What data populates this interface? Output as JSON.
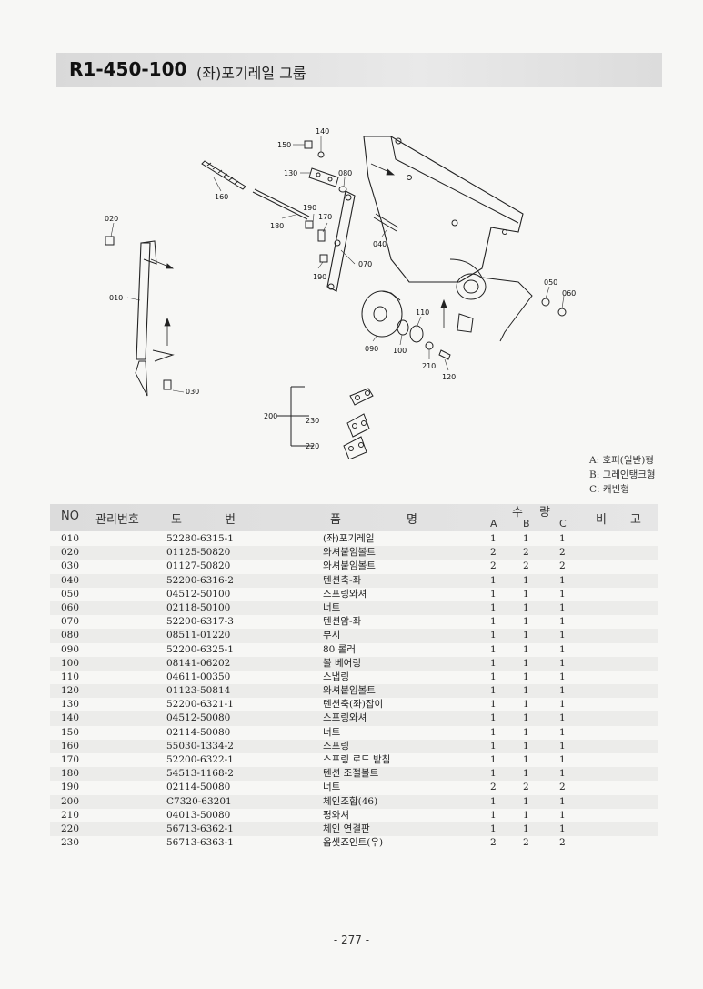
{
  "title": {
    "code": "R1-450-100",
    "name": "(좌)포기레일 그룹"
  },
  "diagram_labels": {
    "p140": "140",
    "p150": "150",
    "p130": "130",
    "p080": "080",
    "p160": "160",
    "p190a": "190",
    "p170": "170",
    "p180": "180",
    "p020": "020",
    "p040": "040",
    "p070": "070",
    "p190b": "190",
    "p010": "010",
    "p050": "050",
    "p060": "060",
    "p110": "110",
    "p090": "090",
    "p100": "100",
    "p210": "210",
    "p120": "120",
    "p030": "030",
    "p200": "200",
    "p230": "230",
    "p220": "220"
  },
  "legend": {
    "a": "A: 호퍼(일반)형",
    "b": "B: 그레인탱크형",
    "c": "C: 캐빈형"
  },
  "table": {
    "headers": {
      "no": "NO",
      "mgmt": "관리번호",
      "dwg1": "도",
      "dwg2": "번",
      "name1": "품",
      "name2": "명",
      "qty1": "수",
      "qty2": "량",
      "qa": "A",
      "qb": "B",
      "qc": "C",
      "rmk1": "비",
      "rmk2": "고"
    },
    "rows": [
      {
        "no": "010",
        "dwg": "52280-6315-1",
        "name": "(좌)포기레일",
        "a": "1",
        "b": "1",
        "c": "1"
      },
      {
        "no": "020",
        "dwg": "01125-50820",
        "name": "와셔붙임볼트",
        "a": "2",
        "b": "2",
        "c": "2"
      },
      {
        "no": "030",
        "dwg": "01127-50820",
        "name": "와셔붙임볼트",
        "a": "2",
        "b": "2",
        "c": "2"
      },
      {
        "no": "040",
        "dwg": "52200-6316-2",
        "name": "텐션축-좌",
        "a": "1",
        "b": "1",
        "c": "1"
      },
      {
        "no": "050",
        "dwg": "04512-50100",
        "name": "스프링와셔",
        "a": "1",
        "b": "1",
        "c": "1"
      },
      {
        "no": "060",
        "dwg": "02118-50100",
        "name": "너트",
        "a": "1",
        "b": "1",
        "c": "1"
      },
      {
        "no": "070",
        "dwg": "52200-6317-3",
        "name": "텐션암-좌",
        "a": "1",
        "b": "1",
        "c": "1"
      },
      {
        "no": "080",
        "dwg": "08511-01220",
        "name": "부시",
        "a": "1",
        "b": "1",
        "c": "1"
      },
      {
        "no": "090",
        "dwg": "52200-6325-1",
        "name": "80 롤러",
        "a": "1",
        "b": "1",
        "c": "1"
      },
      {
        "no": "100",
        "dwg": "08141-06202",
        "name": "볼 베어링",
        "a": "1",
        "b": "1",
        "c": "1"
      },
      {
        "no": "110",
        "dwg": "04611-00350",
        "name": "스냅링",
        "a": "1",
        "b": "1",
        "c": "1"
      },
      {
        "no": "120",
        "dwg": "01123-50814",
        "name": "와셔붙임볼트",
        "a": "1",
        "b": "1",
        "c": "1"
      },
      {
        "no": "130",
        "dwg": "52200-6321-1",
        "name": "텐션축(좌)잡이",
        "a": "1",
        "b": "1",
        "c": "1"
      },
      {
        "no": "140",
        "dwg": "04512-50080",
        "name": "스프링와셔",
        "a": "1",
        "b": "1",
        "c": "1"
      },
      {
        "no": "150",
        "dwg": "02114-50080",
        "name": "너트",
        "a": "1",
        "b": "1",
        "c": "1"
      },
      {
        "no": "160",
        "dwg": "55030-1334-2",
        "name": "스프링",
        "a": "1",
        "b": "1",
        "c": "1"
      },
      {
        "no": "170",
        "dwg": "52200-6322-1",
        "name": "스프링 로드 받침",
        "a": "1",
        "b": "1",
        "c": "1"
      },
      {
        "no": "180",
        "dwg": "54513-1168-2",
        "name": "텐션 조절볼트",
        "a": "1",
        "b": "1",
        "c": "1"
      },
      {
        "no": "190",
        "dwg": "02114-50080",
        "name": "너트",
        "a": "2",
        "b": "2",
        "c": "2"
      },
      {
        "no": "200",
        "dwg": "C7320-63201",
        "name": "체인조합(46)",
        "a": "1",
        "b": "1",
        "c": "1"
      },
      {
        "no": "210",
        "dwg": "04013-50080",
        "name": "평와셔",
        "a": "1",
        "b": "1",
        "c": "1"
      },
      {
        "no": "220",
        "dwg": "56713-6362-1",
        "name": "체인 연결판",
        "a": "1",
        "b": "1",
        "c": "1"
      },
      {
        "no": "230",
        "dwg": "56713-6363-1",
        "name": "옵셋죠인트(우)",
        "a": "2",
        "b": "2",
        "c": "2"
      }
    ]
  },
  "page_number": "- 277 -"
}
